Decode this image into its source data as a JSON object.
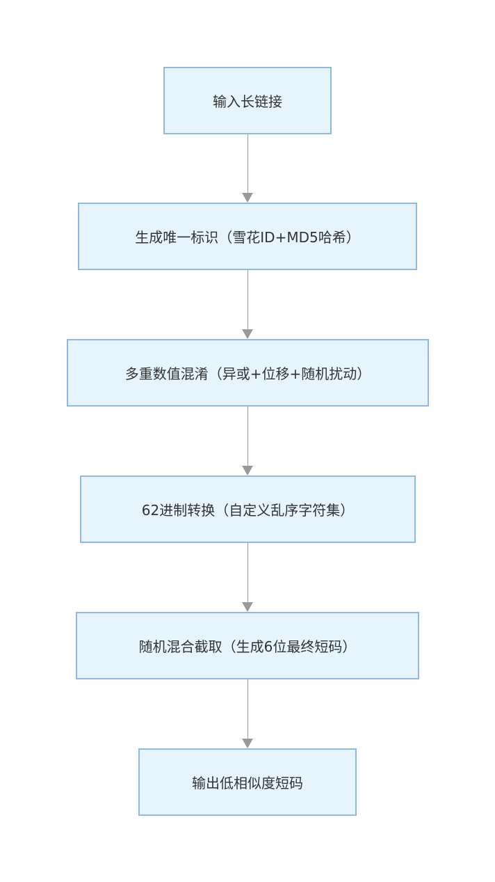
{
  "flowchart": {
    "direction": "top-to-bottom",
    "node_fill": "#e6f4fd",
    "node_border": "#8fb8e6",
    "edge_color": "#9a9a9a",
    "nodes": [
      {
        "id": "input",
        "label": "输入长链接"
      },
      {
        "id": "unique-id",
        "label": "生成唯一标识（雪花ID+MD5哈希）"
      },
      {
        "id": "obfuscate",
        "label": "多重数值混淆（异或+位移+随机扰动）"
      },
      {
        "id": "base62",
        "label": "62进制转换（自定义乱序字符集）"
      },
      {
        "id": "truncate",
        "label": "随机混合截取（生成6位最终短码）"
      },
      {
        "id": "output",
        "label": "输出低相似度短码"
      }
    ],
    "edges": [
      {
        "from": "input",
        "to": "unique-id"
      },
      {
        "from": "unique-id",
        "to": "obfuscate"
      },
      {
        "from": "obfuscate",
        "to": "base62"
      },
      {
        "from": "base62",
        "to": "truncate"
      },
      {
        "from": "truncate",
        "to": "output"
      }
    ]
  }
}
